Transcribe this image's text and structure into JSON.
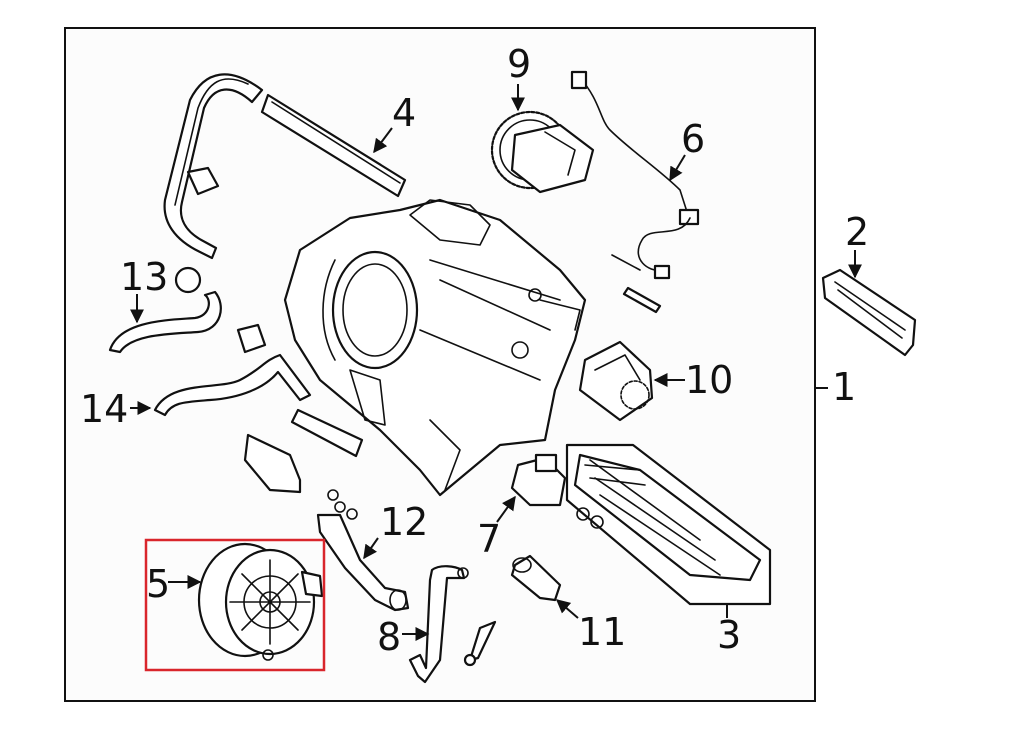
{
  "diagram": {
    "callouts": {
      "c1": "1",
      "c2": "2",
      "c3": "3",
      "c4": "4",
      "c5": "5",
      "c6": "6",
      "c7": "7",
      "c8": "8",
      "c9": "9",
      "c10": "10",
      "c11": "11",
      "c12": "12",
      "c13": "13",
      "c14": "14"
    },
    "highlight_color": "#d9262c",
    "line_color": "#111111"
  }
}
